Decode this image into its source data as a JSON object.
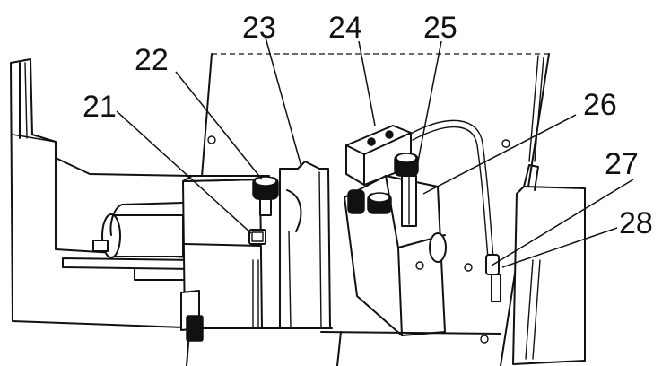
{
  "diagram": {
    "callouts": [
      "21",
      "22",
      "23",
      "24",
      "25",
      "26",
      "27",
      "28"
    ]
  }
}
